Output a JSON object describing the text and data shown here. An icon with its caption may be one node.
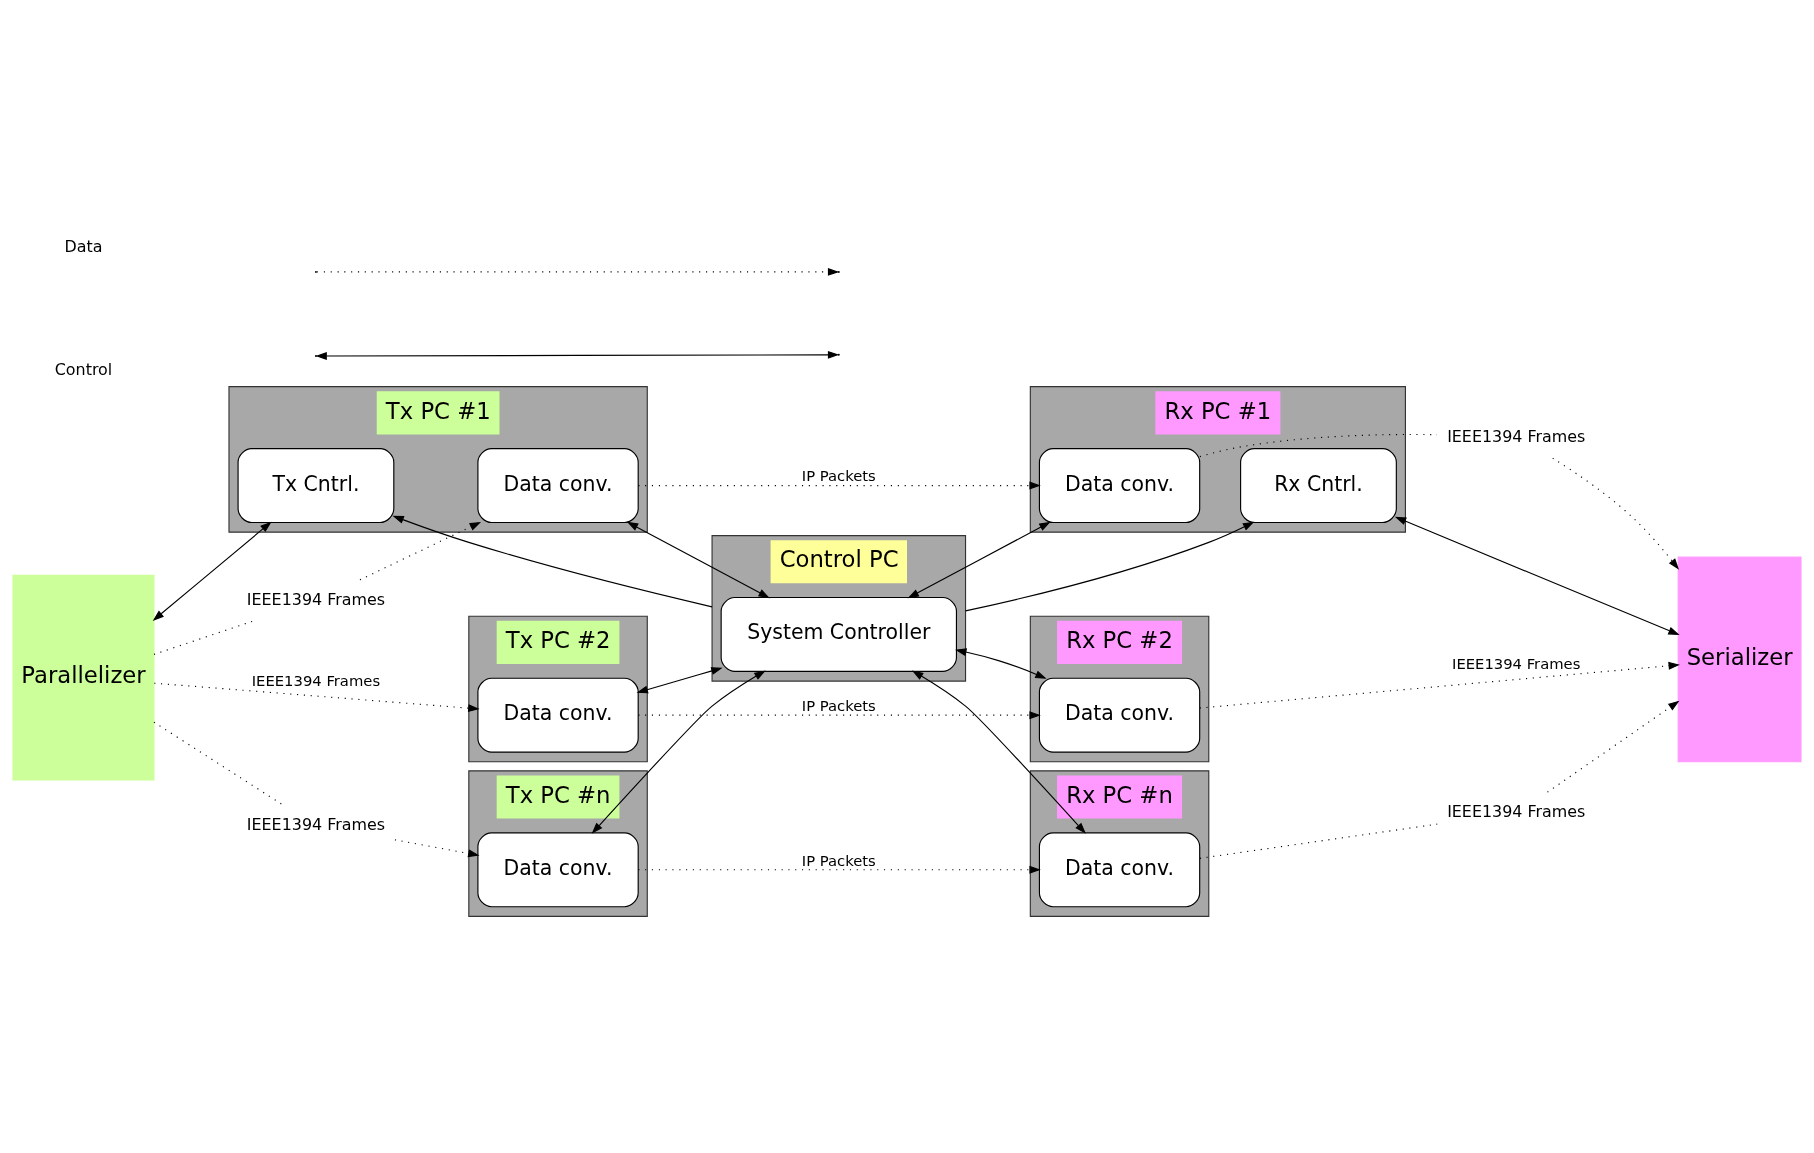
{
  "diagram": {
    "nodes": [
      {
        "text": [
          "Tx PC #1"
        ]
      },
      {
        "text": [
          "Data conv."
        ],
        "in": 0
      },
      {
        "text": [
          "Tx Cntrl."
        ],
        "in": 0
      },
      {
        "text": [
          "Rx PC #1"
        ]
      },
      {
        "text": [
          "Data conv."
        ],
        "in": 3
      },
      {
        "text": [
          "Rx Cntrl."
        ],
        "in": 3
      },
      {
        "text": [
          "Control PC"
        ]
      },
      {
        "text": [
          "System Controller"
        ],
        "in": 6
      },
      {
        "text": [
          "Tx PC #2"
        ]
      },
      {
        "text": [
          "Data conv."
        ],
        "in": 8
      },
      {
        "text": [
          "Rx PC #2"
        ]
      },
      {
        "text": [
          "Data conv."
        ],
        "in": 10
      },
      {
        "text": [
          "Parallelizer"
        ]
      },
      {
        "text": [
          "Serializer"
        ]
      },
      {
        "text": [
          "Tx PC #n"
        ]
      },
      {
        "text": [
          "Data conv."
        ],
        "in": 14
      },
      {
        "text": [
          "Rx PC #n"
        ]
      },
      {
        "text": [
          "Data conv."
        ],
        "in": 16
      },
      {
        "text": [
          "IEEE1394 Frames"
        ]
      },
      {
        "text": [
          "IEEE1394 Frames"
        ]
      },
      {
        "text": [
          "IEEE1394 Frames"
        ]
      },
      {
        "text": [
          "IEEE1394 Frames"
        ]
      }
    ],
    "edges": [
      {
        "from": 1,
        "to": 4,
        "arrow": "to",
        "label": "IP Packets",
        "style": "dashed"
      },
      {
        "from": 9,
        "to": 11,
        "arrow": "to",
        "label": "IP Packets",
        "style": "dashed"
      },
      {
        "from": 15,
        "to": 17,
        "arrow": "to",
        "label": "IP Packets",
        "style": "dashed"
      },
      {
        "from": 18,
        "to": 1,
        "arrow": "to",
        "style": "dashed"
      },
      {
        "from": 12,
        "to": 18,
        "arrow": "none",
        "style": "dashed"
      },
      {
        "from": 12,
        "to": 9,
        "arrow": "to",
        "label": "IEEE1394 Frames",
        "style": "dashed"
      },
      {
        "from": 12,
        "to": 19,
        "arrow": "none",
        "style": "dashed"
      },
      {
        "from": 19,
        "to": 15,
        "arrow": "to",
        "style": "dashed"
      },
      {
        "from": 4,
        "to": 20,
        "arrow": "none",
        "style": "dashed"
      },
      {
        "from": 20,
        "to": 13,
        "arrow": "to",
        "style": "dashed"
      },
      {
        "from": 11,
        "to": 13,
        "arrow": "to",
        "label": "IEEE1394 Frames",
        "style": "dashed"
      },
      {
        "from": 17,
        "to": 21,
        "arrow": "none",
        "style": "dashed"
      },
      {
        "from": 21,
        "to": 13,
        "arrow": "to",
        "style": "dashed"
      },
      {
        "from": 12,
        "to": 2,
        "arrow": "both"
      },
      {
        "from": 6,
        "to": 2,
        "arrow": "to"
      },
      {
        "from": 6,
        "to": 5,
        "arrow": "to"
      },
      {
        "from": 5,
        "to": 13,
        "arrow": "both"
      },
      {
        "from": 1,
        "to": 7,
        "arrow": "both"
      },
      {
        "from": 9,
        "to": 7,
        "arrow": "both"
      },
      {
        "from": 15,
        "to": 7,
        "arrow": "both"
      },
      {
        "from": 7,
        "to": 4,
        "arrow": "both"
      },
      {
        "from": 7,
        "to": 11,
        "arrow": "both"
      },
      {
        "from": 7,
        "to": 17,
        "arrow": "both"
      }
    ],
    "legend": [
      {
        "text": "Data"
      },
      {
        "text": "Control"
      }
    ]
  }
}
